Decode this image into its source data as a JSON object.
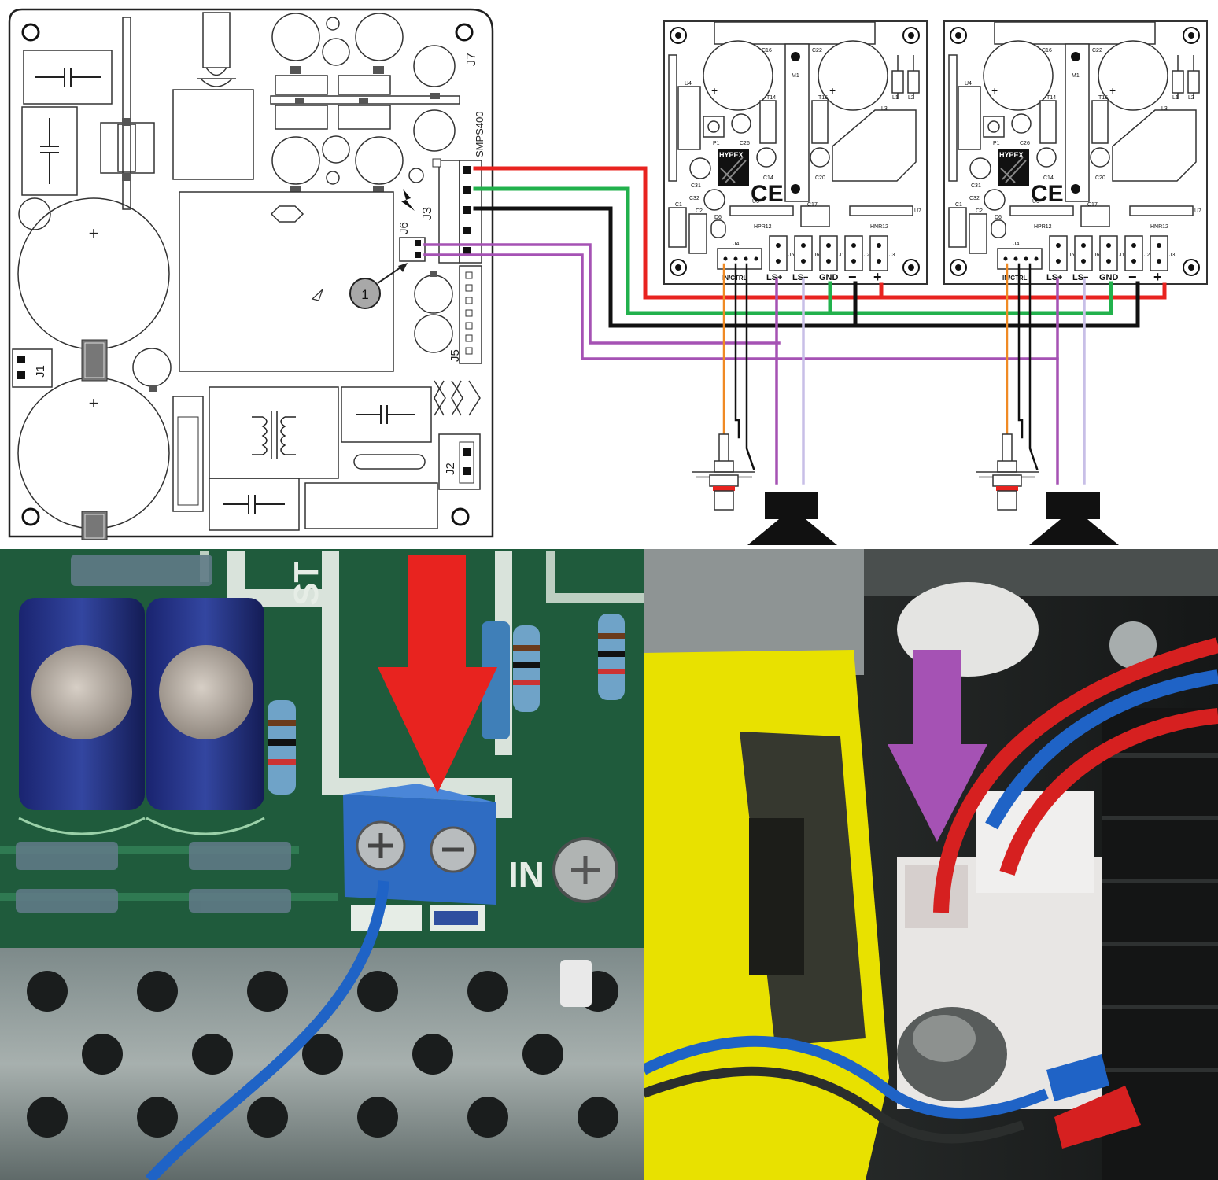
{
  "smps_board": {
    "model_label": "SMPS400",
    "connectors": {
      "j7": "J7",
      "j3": "J3",
      "j6": "J6",
      "j5": "J5",
      "j1": "J1",
      "j2": "J2"
    },
    "callout_number": "1",
    "plus_sign": "+"
  },
  "amp_modules": [
    {
      "brand": "HYPEX",
      "ce_mark": "CE",
      "components": {
        "c16": "C16",
        "c22": "C22",
        "m1": "M1",
        "u4": "U4",
        "l1": "L1",
        "l2": "L2",
        "t14": "T14",
        "t16": "T16",
        "l3": "L3",
        "p1": "P1",
        "c26": "C26",
        "c31": "C31",
        "c14": "C14",
        "c20": "C20",
        "c32": "C32",
        "c1": "C1",
        "c2": "C2",
        "d6": "D6",
        "u6": "U6",
        "c17": "C17",
        "u7": "U7",
        "hpr12": "HPR12",
        "hnr12": "HNR12",
        "j4": "J4",
        "j5": "J5",
        "j6": "J6",
        "j1": "J1",
        "j2": "J2",
        "j3": "J3"
      },
      "terminals": {
        "in_ctrl": "IN/CTRL",
        "ls_plus": "LS+",
        "ls_minus": "LS−",
        "gnd": "GND",
        "minus": "−",
        "plus": "+"
      }
    },
    {
      "brand": "HYPEX",
      "ce_mark": "CE",
      "components": {
        "c16": "C16",
        "c22": "C22",
        "m1": "M1",
        "u4": "U4",
        "l1": "L1",
        "l2": "L2",
        "t14": "T14",
        "t16": "T16",
        "l3": "L3",
        "p1": "P1",
        "c26": "C26",
        "c31": "C31",
        "c14": "C14",
        "c20": "C20",
        "c32": "C32",
        "c1": "C1",
        "c2": "C2",
        "d6": "D6",
        "u6": "U6",
        "c17": "C17",
        "u7": "U7",
        "hpr12": "HPR12",
        "hnr12": "HNR12",
        "j4": "J4",
        "j5": "J5",
        "j6": "J6",
        "j1": "J1",
        "j2": "J2",
        "j3": "J3"
      },
      "terminals": {
        "in_ctrl": "IN/CTRL",
        "ls_plus": "LS+",
        "ls_minus": "LS−",
        "gnd": "GND",
        "minus": "−",
        "plus": "+"
      }
    }
  ],
  "photo_left": {
    "silk_st": "ST",
    "silk_in": "IN",
    "arrow_color": "#e8231f"
  },
  "photo_right": {
    "arrow_color": "#a552b4"
  },
  "wire_colors": {
    "positive": "#e8231f",
    "ground": "#22b14c",
    "negative": "#111111",
    "enable": "#a552b4",
    "speaker_minus": "#c8bfe7",
    "signal": "#f08a24"
  }
}
